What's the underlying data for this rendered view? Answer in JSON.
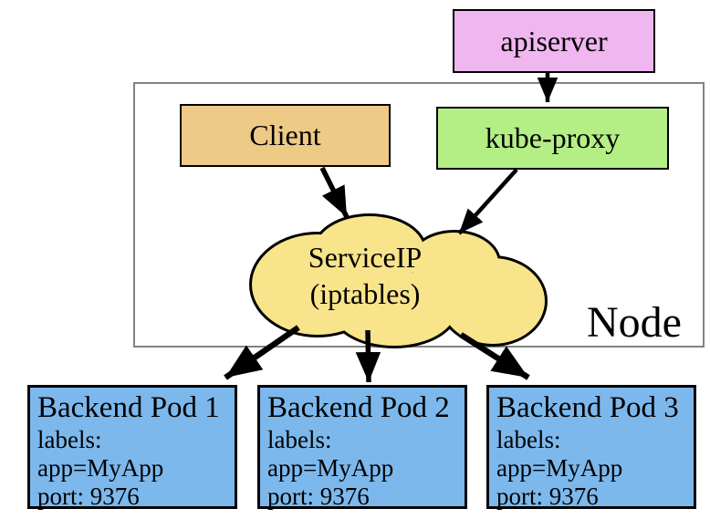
{
  "diagram": {
    "title_hint": "Kubernetes Service ServiceIP iptables overview",
    "apiserver": {
      "label": "apiserver"
    },
    "node": {
      "label": "Node"
    },
    "client": {
      "label": "Client"
    },
    "kube_proxy": {
      "label": "kube-proxy"
    },
    "service_cloud": {
      "line1": "ServiceIP",
      "line2": "(iptables)"
    },
    "pods": [
      {
        "title": "Backend Pod 1",
        "labels": "labels: app=MyApp",
        "port": "port: 9376"
      },
      {
        "title": "Backend Pod 2",
        "labels": "labels: app=MyApp",
        "port": "port: 9376"
      },
      {
        "title": "Backend Pod 3",
        "labels": "labels: app=MyApp",
        "port": "port: 9376"
      }
    ],
    "colors": {
      "apiserver_fill": "#efb6f0",
      "client_fill": "#eeca87",
      "kube_proxy_fill": "#b4ef86",
      "cloud_fill": "#f8e48a",
      "pod_fill": "#7cb8ec",
      "node_border": "#828282",
      "arrow": "#000000"
    }
  }
}
